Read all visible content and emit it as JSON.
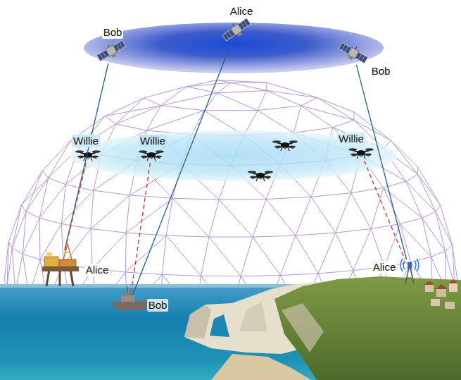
{
  "diagram": {
    "nodes": [
      {
        "text": [
          "Bob"
        ]
      },
      {
        "text": [
          "Alice"
        ]
      },
      {
        "text": [
          "Bob"
        ]
      },
      {
        "text": [
          "Willie"
        ]
      },
      {
        "text": [
          "Willie"
        ]
      },
      {
        "text": [
          "Willie"
        ]
      },
      {
        "text": [
          "Alice"
        ]
      },
      {
        "text": [
          "Bob"
        ]
      },
      {
        "text": [
          "Alice"
        ]
      }
    ],
    "edges": [
      {
        "from": 0,
        "to": 6,
        "arrow": "none"
      },
      {
        "from": 1,
        "to": 7,
        "arrow": "none"
      },
      {
        "from": 2,
        "to": 8,
        "arrow": "none"
      },
      {
        "from": 3,
        "to": 6,
        "arrow": "none"
      },
      {
        "from": 4,
        "to": 7,
        "arrow": "none"
      },
      {
        "from": 5,
        "to": 8,
        "arrow": "none"
      }
    ]
  }
}
